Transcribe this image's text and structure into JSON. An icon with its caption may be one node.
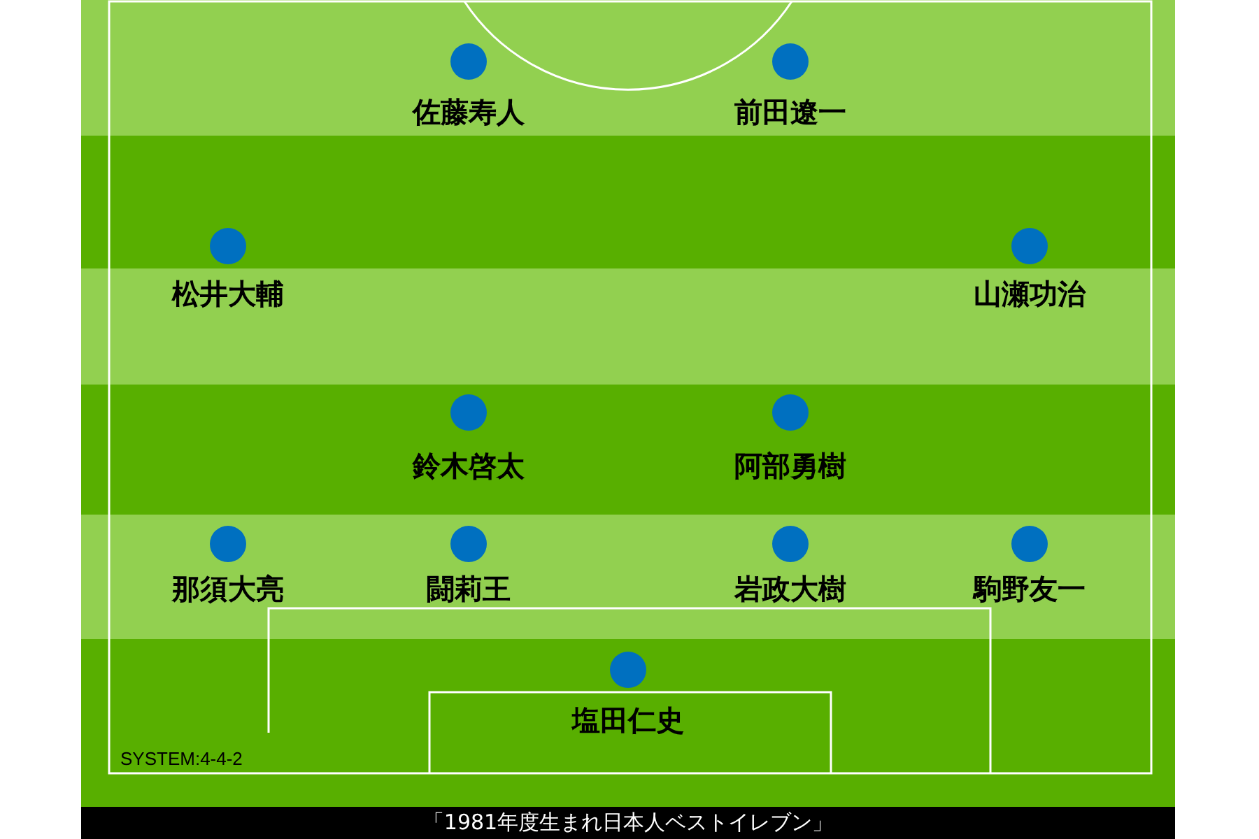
{
  "diagram": {
    "caption": "「1981年度生まれ日本人ベストイレブン」",
    "nodes": [
      {
        "text": [
          "佐藤寿人"
        ]
      },
      {
        "text": [
          "前田遼一"
        ]
      },
      {
        "text": [
          "松井大輔"
        ]
      },
      {
        "text": [
          "山瀬功治"
        ]
      },
      {
        "text": [
          "鈴木啓太"
        ]
      },
      {
        "text": [
          "阿部勇樹"
        ]
      },
      {
        "text": [
          "那須大亮"
        ]
      },
      {
        "text": [
          "闘莉王"
        ]
      },
      {
        "text": [
          "岩政大樹"
        ]
      },
      {
        "text": [
          "駒野友一"
        ]
      },
      {
        "text": [
          "塩田仁史"
        ]
      }
    ],
    "labels": [
      "SYSTEM:4-4-2"
    ]
  }
}
